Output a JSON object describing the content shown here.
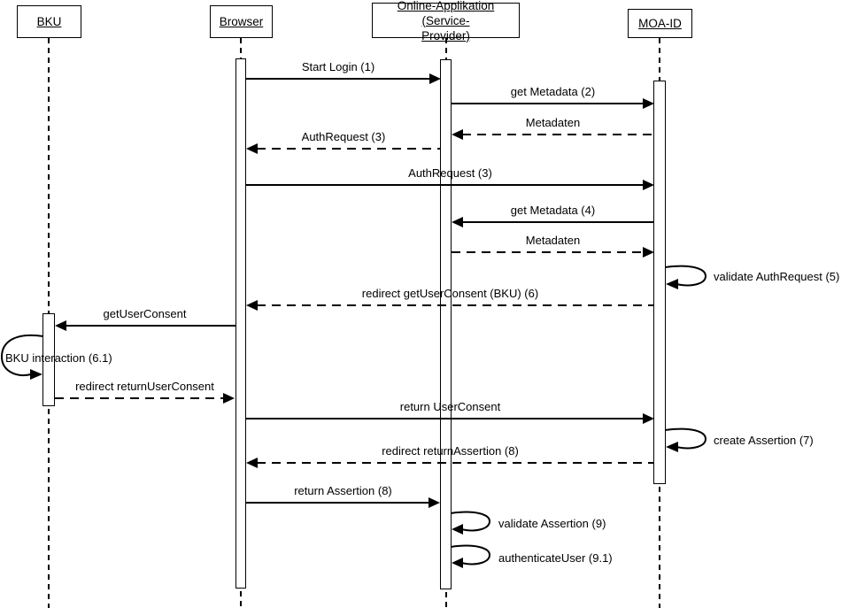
{
  "diagram": {
    "type": "uml-sequence-diagram",
    "colors": {
      "line": "#000000",
      "background": "#ffffff",
      "box_fill": "#ffffff"
    },
    "actors": [
      {
        "label": "BKU"
      },
      {
        "label": "Browser"
      },
      {
        "label": "Online-Applikation (Service-Provider)",
        "label_lines": [
          "Online-Applikation (Service-",
          "Provider)"
        ]
      },
      {
        "label": "MOA-ID"
      }
    ],
    "messages": [
      {
        "label": "Start Login (1)",
        "from": "Browser",
        "to": "Online-Applikation (Service-Provider)",
        "line": "solid"
      },
      {
        "label": "get Metadata (2)",
        "from": "Online-Applikation (Service-Provider)",
        "to": "MOA-ID",
        "line": "solid"
      },
      {
        "label": "Metadaten",
        "from": "MOA-ID",
        "to": "Online-Applikation (Service-Provider)",
        "line": "dashed"
      },
      {
        "label": "AuthRequest (3)",
        "from": "Online-Applikation (Service-Provider)",
        "to": "Browser",
        "line": "dashed"
      },
      {
        "label": "AuthRequest (3)",
        "from": "Browser",
        "to": "MOA-ID",
        "line": "solid"
      },
      {
        "label": "get Metadata (4)",
        "from": "MOA-ID",
        "to": "Online-Applikation (Service-Provider)",
        "line": "solid"
      },
      {
        "label": "Metadaten",
        "from": "Online-Applikation (Service-Provider)",
        "to": "MOA-ID",
        "line": "dashed"
      },
      {
        "label": "validate AuthRequest (5)",
        "from": "MOA-ID",
        "to": "MOA-ID",
        "line": "self"
      },
      {
        "label": "redirect getUserConsent (BKU) (6)",
        "from": "MOA-ID",
        "to": "Browser",
        "line": "dashed"
      },
      {
        "label": "getUserConsent",
        "from": "Browser",
        "to": "BKU",
        "line": "solid"
      },
      {
        "label": "BKU interaction (6.1)",
        "from": "BKU",
        "to": "BKU",
        "line": "self"
      },
      {
        "label": "redirect returnUserConsent",
        "from": "BKU",
        "to": "Browser",
        "line": "dashed"
      },
      {
        "label": "return UserConsent",
        "from": "Browser",
        "to": "MOA-ID",
        "line": "solid"
      },
      {
        "label": "create Assertion (7)",
        "from": "MOA-ID",
        "to": "MOA-ID",
        "line": "self"
      },
      {
        "label": "redirect returnAssertion (8)",
        "from": "MOA-ID",
        "to": "Browser",
        "line": "dashed"
      },
      {
        "label": "return Assertion (8)",
        "from": "Browser",
        "to": "Online-Applikation (Service-Provider)",
        "line": "solid"
      },
      {
        "label": "validate Assertion (9)",
        "from": "Online-Applikation (Service-Provider)",
        "to": "Online-Applikation (Service-Provider)",
        "line": "self"
      },
      {
        "label": "authenticateUser (9.1)",
        "from": "Online-Applikation (Service-Provider)",
        "to": "Online-Applikation (Service-Provider)",
        "line": "self"
      }
    ]
  }
}
